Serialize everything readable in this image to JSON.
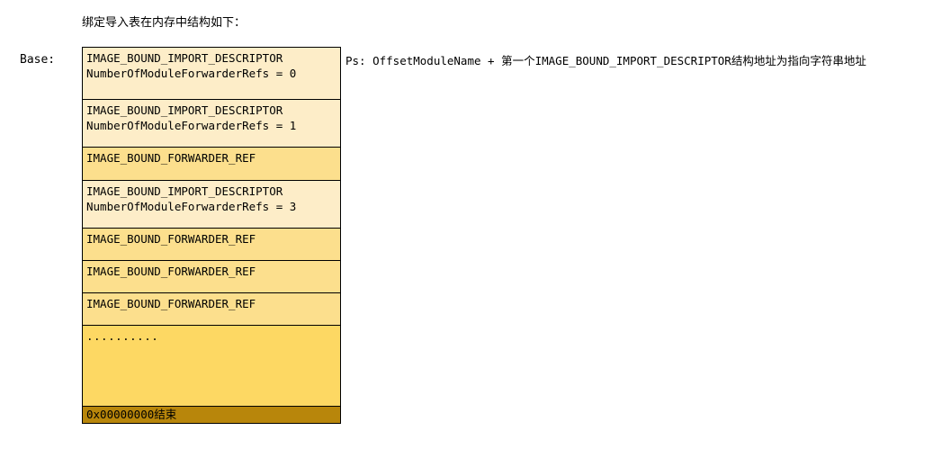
{
  "heading": "绑定导入表在内存中结构如下：",
  "base_label": "Base:",
  "annotation": "Ps: OffsetModuleName + 第一个IMAGE_BOUND_IMPORT_DESCRIPTOR结构地址为指向字符串地址",
  "colors": {
    "descriptor_fill": "#fdedc8",
    "forwarder_fill": "#fcdf8d",
    "ellipsis_fill": "#fdd863",
    "terminator_fill": "#b8860b",
    "border": "#000000",
    "text": "#000000",
    "page_background": "#ffffff"
  },
  "rows": [
    {
      "kind": "descriptor",
      "line1": "IMAGE_BOUND_IMPORT_DESCRIPTOR",
      "line2": "NumberOfModuleForwarderRefs = 0"
    },
    {
      "kind": "descriptor",
      "line1": "IMAGE_BOUND_IMPORT_DESCRIPTOR",
      "line2": "NumberOfModuleForwarderRefs = 1"
    },
    {
      "kind": "forwarder",
      "line1": "IMAGE_BOUND_FORWARDER_REF",
      "line2": ""
    },
    {
      "kind": "descriptor",
      "line1": "IMAGE_BOUND_IMPORT_DESCRIPTOR",
      "line2": "NumberOfModuleForwarderRefs = 3"
    },
    {
      "kind": "forwarder",
      "line1": "IMAGE_BOUND_FORWARDER_REF",
      "line2": ""
    },
    {
      "kind": "forwarder",
      "line1": "IMAGE_BOUND_FORWARDER_REF",
      "line2": ""
    },
    {
      "kind": "forwarder",
      "line1": "IMAGE_BOUND_FORWARDER_REF",
      "line2": ""
    },
    {
      "kind": "ellipsis",
      "line1": "..........",
      "line2": ""
    },
    {
      "kind": "terminator",
      "line1": "0x00000000结束",
      "line2": ""
    }
  ]
}
